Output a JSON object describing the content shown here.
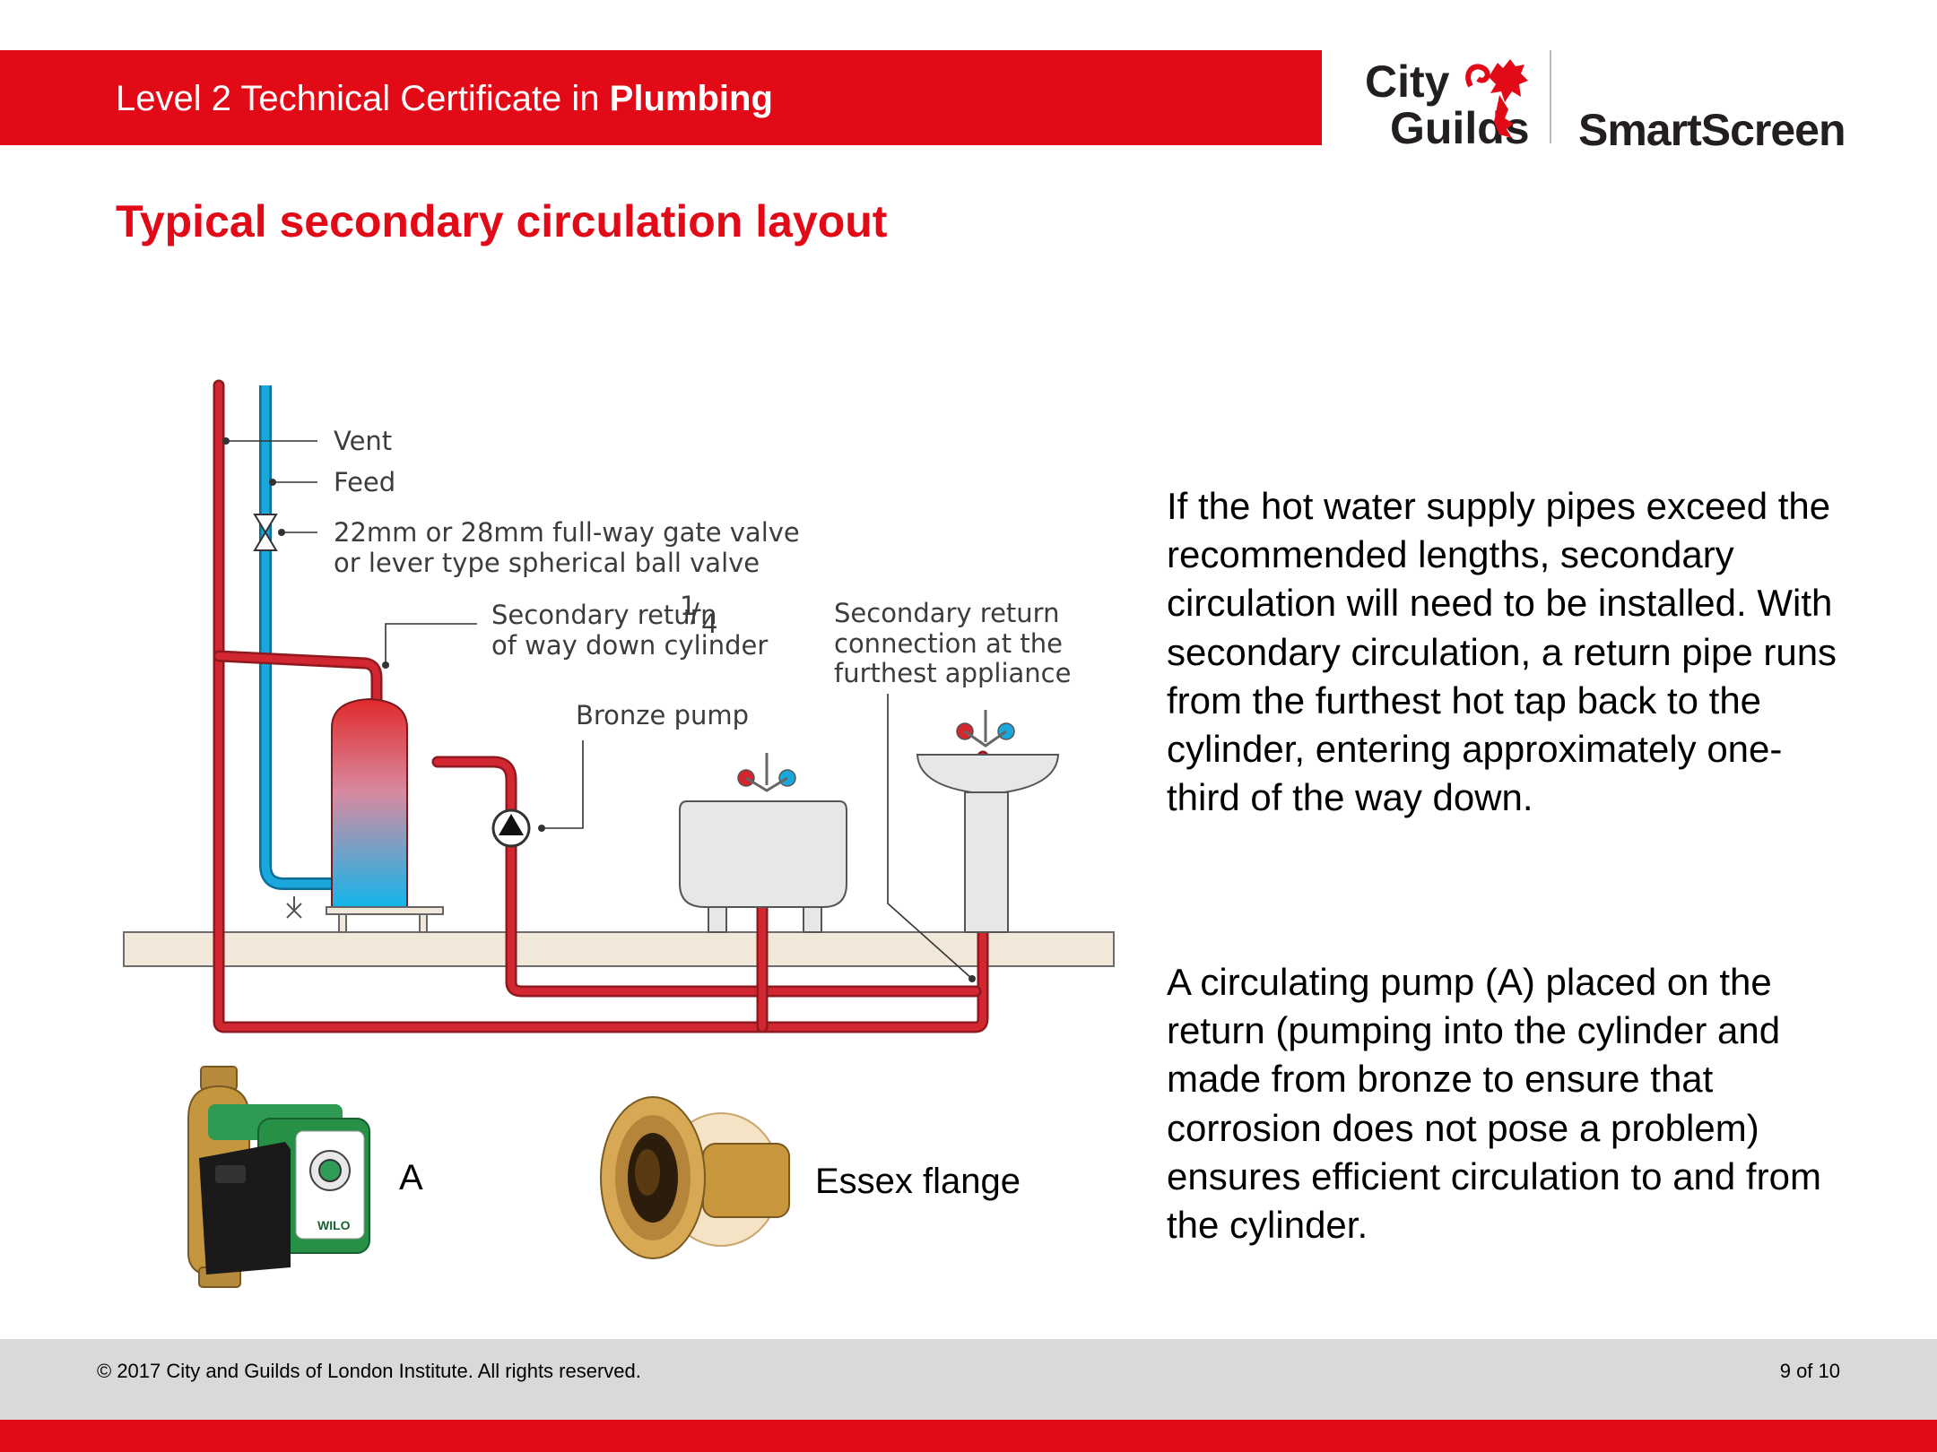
{
  "header": {
    "course_prefix": "Level 2 Technical Certificate in ",
    "course_subject": "Plumbing"
  },
  "logos": {
    "city_guilds_line1": "City",
    "city_guilds_line2": "Guilds",
    "smartscreen": "SmartScreen"
  },
  "slide": {
    "title": "Typical secondary circulation layout"
  },
  "diagram": {
    "labels": {
      "vent": "Vent",
      "feed": "Feed",
      "valve_line1": "22mm or 28mm full-way gate valve",
      "valve_line2": "or lever type spherical ball valve",
      "secondary_return_line1": "Secondary return",
      "secondary_return_fraction_num": "1",
      "secondary_return_fraction_den": "4",
      "secondary_return_line2": "of way down cylinder",
      "bronze_pump": "Bronze pump",
      "furthest_line1": "Secondary return",
      "furthest_line2": "connection at the",
      "furthest_line3": "furthest appliance"
    }
  },
  "body": {
    "paragraph_1": "If the hot water supply pipes exceed the recommended lengths, secondary circulation will need to be installed. With secondary circulation, a return pipe runs from the furthest hot tap back to the cylinder, entering approximately one-third of the way down.",
    "paragraph_2": "A circulating pump (A) placed on the return (pumping into the cylinder and made from bronze to ensure that corrosion does not pose a problem) ensures efficient circulation to and from the cylinder."
  },
  "photos": {
    "pump_label": "A",
    "pump_brand": "WILO",
    "flange_label": "Essex flange"
  },
  "footer": {
    "copyright": "© 2017 City and Guilds of London Institute. All rights reserved.",
    "page_indicator": "9 of 10"
  },
  "colors": {
    "brand_red": "#e20a16",
    "hot_pipe": "#d22630",
    "cold_pipe": "#19a7dc",
    "footer_grey": "#d9d9d9",
    "floor": "#f1e8d9"
  }
}
